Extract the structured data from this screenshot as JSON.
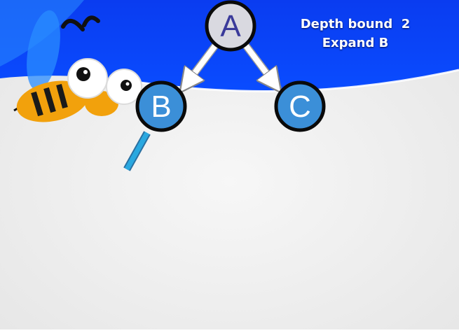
{
  "status": {
    "depth_label": "Depth bound  2",
    "action_label": "Expand B"
  },
  "tree": {
    "nodes": [
      {
        "id": "A",
        "label": "A",
        "state": "expanded"
      },
      {
        "id": "B",
        "label": "B",
        "state": "current"
      },
      {
        "id": "C",
        "label": "C",
        "state": "frontier"
      }
    ],
    "edges": [
      {
        "from": "A",
        "to": "B"
      },
      {
        "from": "A",
        "to": "C"
      }
    ]
  },
  "colors": {
    "banner_blue": "#0a3cf0",
    "banner_light": "#2a8cff",
    "node_active_fill": "#3b8fd8",
    "node_expanded_fill": "#d9d9e0",
    "node_expanded_text": "#3a3a9a",
    "node_outline": "#0a0a0a",
    "edge_color": "#ffffff",
    "bee_body": "#f2a10c",
    "bee_stripe": "#1a1a1a",
    "magnifier_handle": "#2aa8e0"
  },
  "decorations": {
    "mascot": "bee-mascot-icon",
    "tool": "magnifying-glass-icon"
  }
}
